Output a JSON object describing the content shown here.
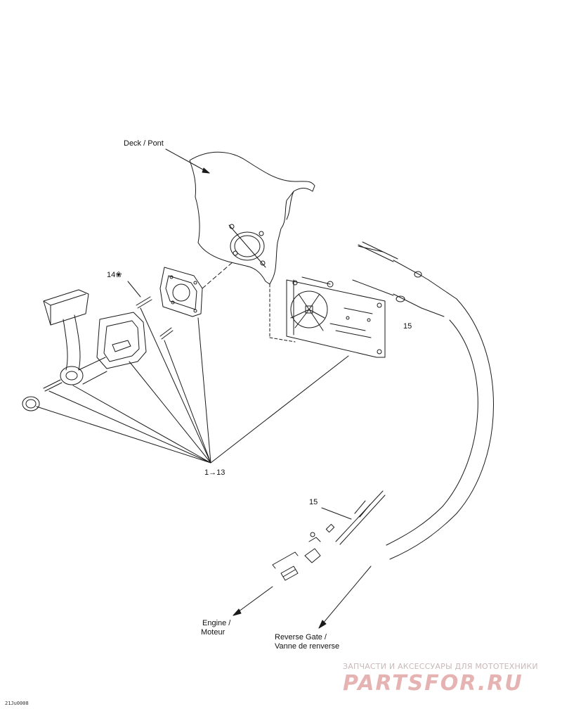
{
  "labels": {
    "deck": "Deck / Pont",
    "part_14": "14❀",
    "part_15_upper": "15",
    "part_15_lower": "15",
    "parts_1_13": "1→13",
    "engine_l1": "Engine /",
    "engine_l2": "Moteur",
    "reverse_l1": "Reverse Gate /",
    "reverse_l2": "Vanne de renverse"
  },
  "figure_ref": "21Ju0008",
  "watermark": {
    "line1": "ЗАПЧАСТИ И АКСЕССУАРЫ ДЛЯ МОТОТЕХНИКИ",
    "line2": "PARTSFOR.RU"
  },
  "colors": {
    "line": "#1a1a1a",
    "watermark_text": "#c9b9b9",
    "watermark_logo": "#e6b3b3"
  }
}
